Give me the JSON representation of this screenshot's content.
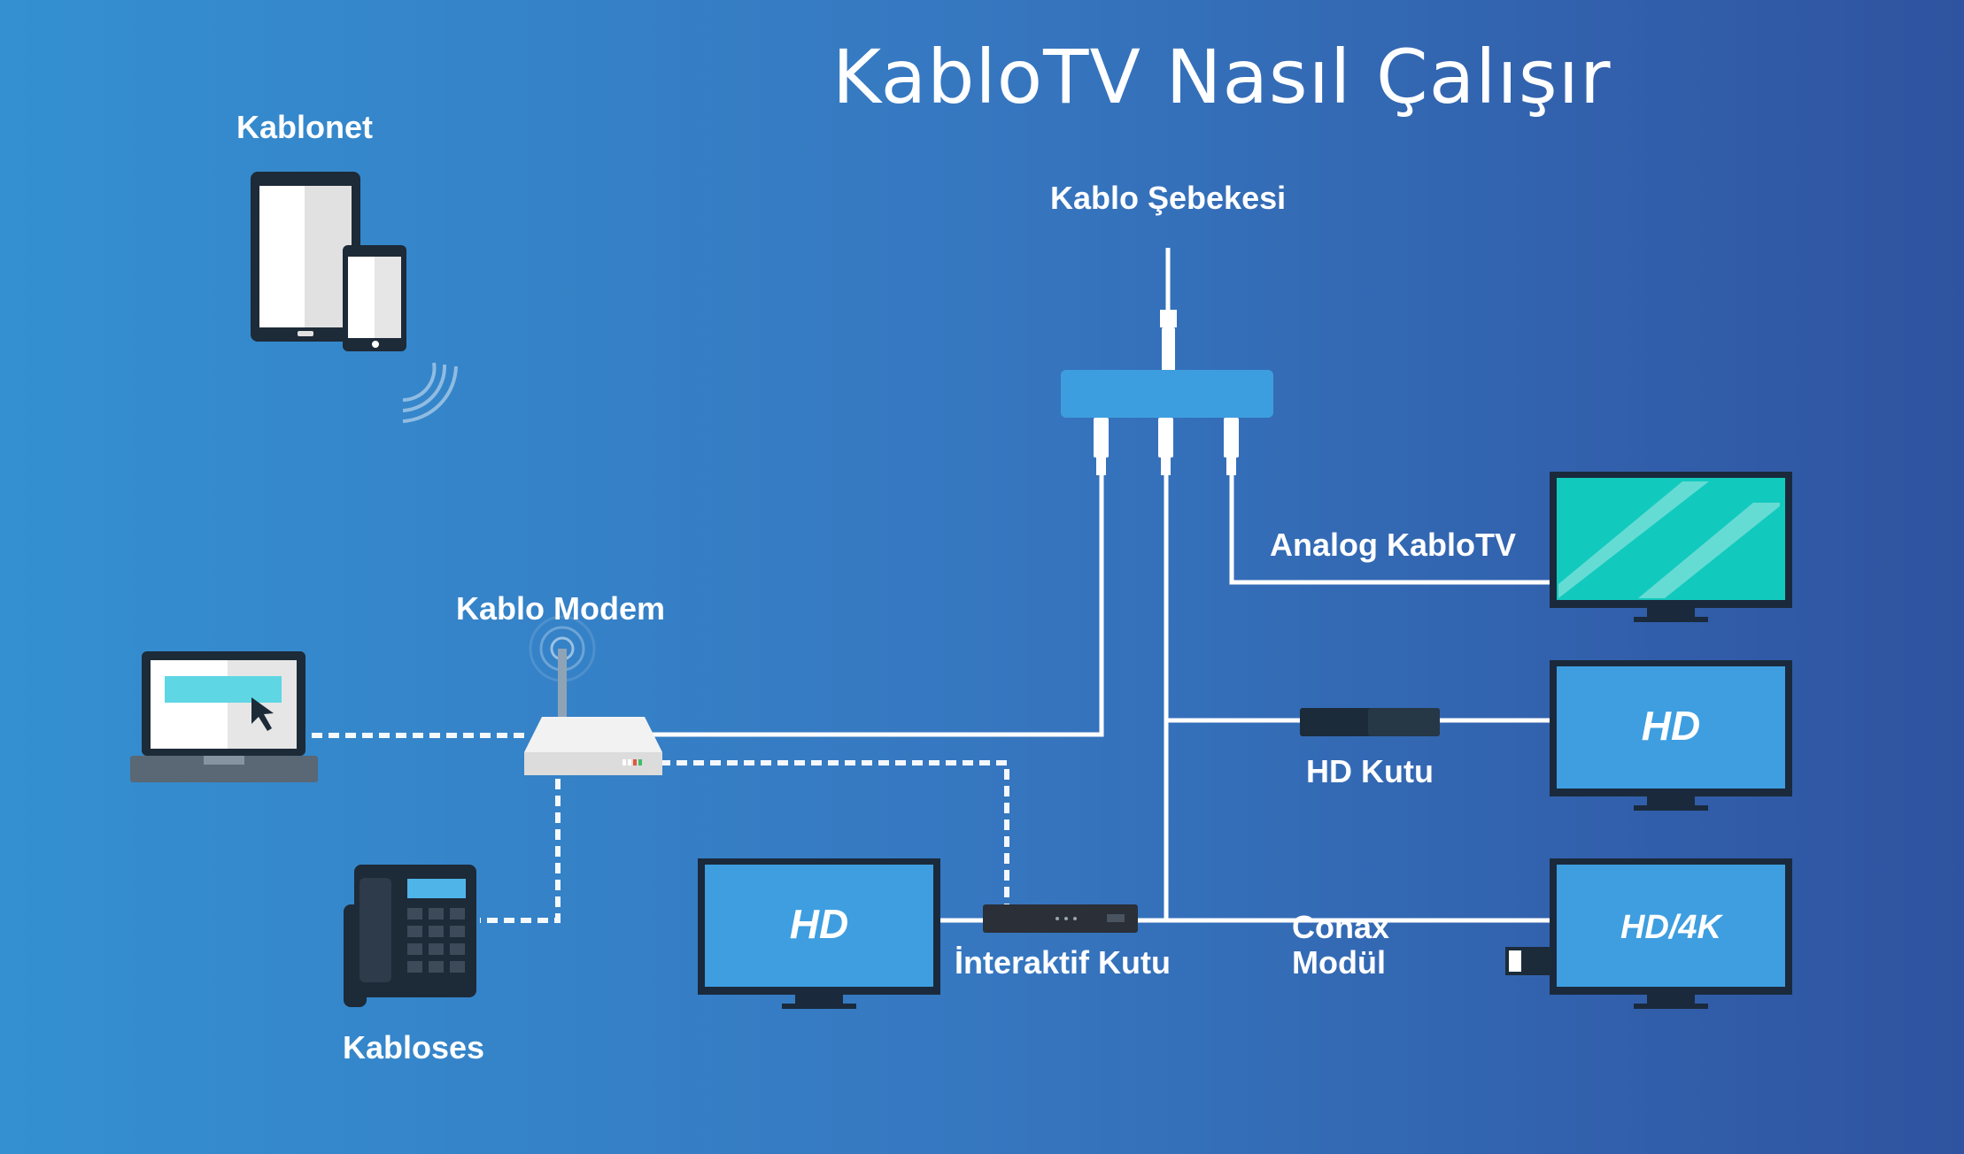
{
  "title": "KabloTV Nasıl Çalışır",
  "labels": {
    "kablonet": "Kablonet",
    "kablo_sebekesi": "Kablo Şebekesi",
    "analog_kablotv": "Analog KabloTV",
    "kablo_modem": "Kablo Modem",
    "hd_kutu": "HD Kutu",
    "interaktif_kutu": "İnteraktif Kutu",
    "conax_line1": "Conax",
    "conax_line2": "Modül",
    "kabloses": "Kabloses"
  },
  "screens": {
    "hd_right": "HD",
    "hd_left": "HD",
    "hd_4k": "HD/4K"
  },
  "icons": [
    "tablet-icon",
    "phone-icon",
    "wifi-icon",
    "splitter-icon",
    "tv-icon",
    "set-top-box-icon",
    "router-icon",
    "laptop-icon",
    "desk-phone-icon",
    "conax-module-icon"
  ],
  "colors": {
    "background_left": "#3490d1",
    "background_right": "#2f53a0",
    "splitter": "#3d9edf",
    "tv_screen_blue": "#3e9ee0",
    "tv_screen_teal": "#12c9bd",
    "tv_frame": "#1a2a3c",
    "line": "#ffffff"
  }
}
